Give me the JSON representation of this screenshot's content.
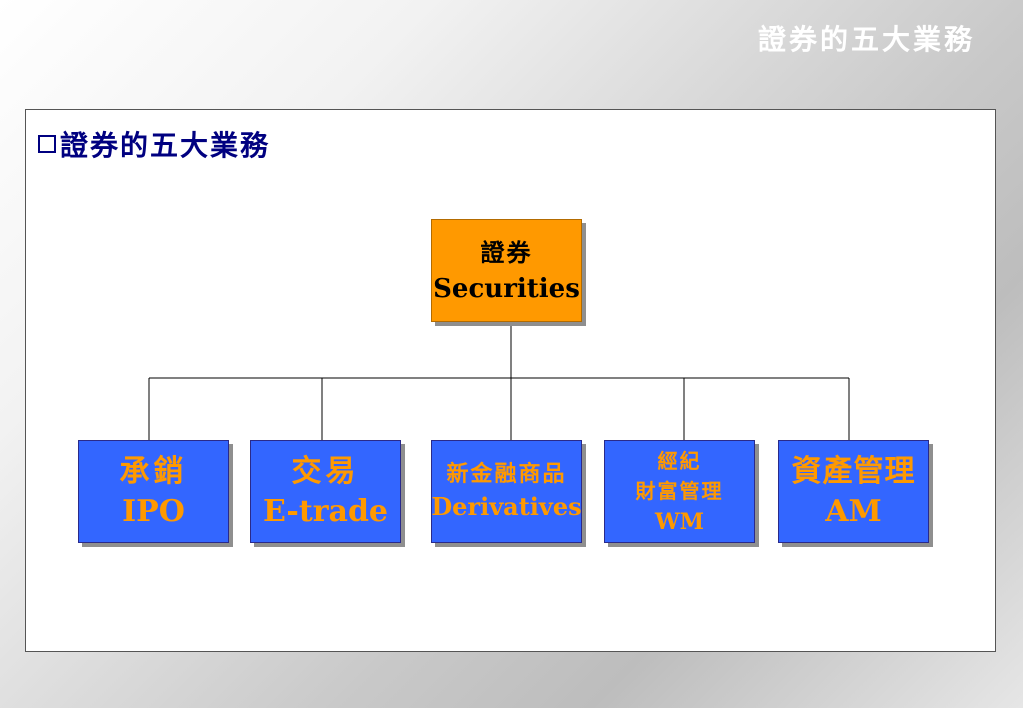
{
  "header": {
    "title": "證券的五大業務"
  },
  "section": {
    "title": "證券的五大業務"
  },
  "org_chart": {
    "root": {
      "lines": [
        "證券",
        "Securities"
      ],
      "color": "#FF9900"
    },
    "children": [
      {
        "lines": [
          "承銷",
          "IPO"
        ]
      },
      {
        "lines": [
          "交易",
          "E-trade"
        ]
      },
      {
        "lines": [
          "新金融商品",
          "Derivatives"
        ]
      },
      {
        "lines": [
          "經紀",
          "財富管理",
          "WM"
        ]
      },
      {
        "lines": [
          "資產管理",
          "AM"
        ]
      }
    ],
    "child_fill": "#3366FF",
    "child_text_color": "#FF9900"
  }
}
